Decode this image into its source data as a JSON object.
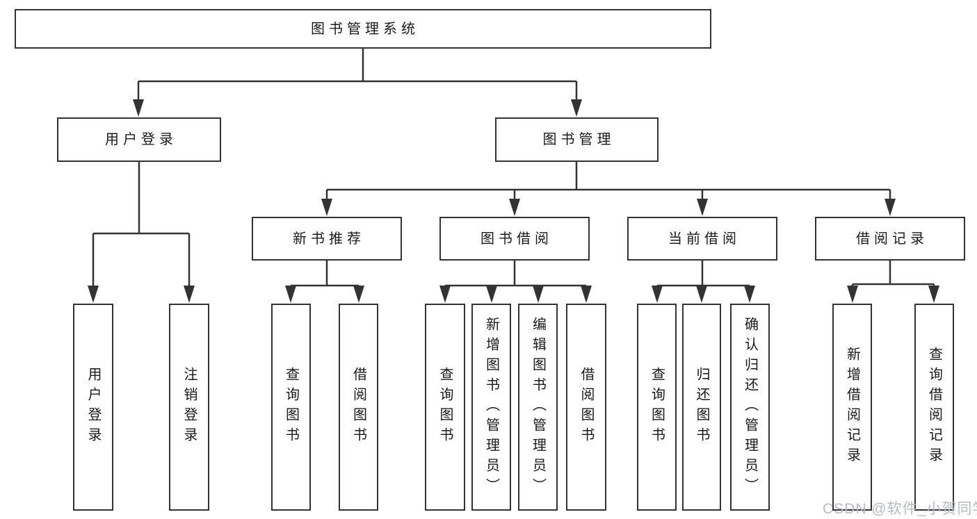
{
  "diagram": {
    "type": "hierarchy-tree",
    "colors": {
      "line": "#333333",
      "box_border": "#333333",
      "box_fill": "#ffffff",
      "text": "#1a1a1a",
      "background": "#ffffff",
      "watermark": "#b7bbc2"
    },
    "nodes": {
      "root": {
        "label": "图书管理系统"
      },
      "user_login": {
        "label": "用户登录"
      },
      "book_mgmt": {
        "label": "图书管理"
      },
      "new_book_rec": {
        "label": "新书推荐"
      },
      "book_borrow": {
        "label": "图书借阅"
      },
      "current_borrow": {
        "label": "当前借阅"
      },
      "borrow_record": {
        "label": "借阅记录"
      },
      "leaf_user_login": {
        "label": "用户登录"
      },
      "leaf_logout": {
        "label": "注销登录"
      },
      "leaf_query_book_a": {
        "label": "查询图书"
      },
      "leaf_borrow_book_a": {
        "label": "借阅图书"
      },
      "leaf_query_book_b": {
        "label": "查询图书"
      },
      "leaf_add_book": {
        "label": "新增图书（管理员）"
      },
      "leaf_edit_book": {
        "label": "编辑图书（管理员）"
      },
      "leaf_borrow_book_b": {
        "label": "借阅图书"
      },
      "leaf_query_book_c": {
        "label": "查询图书"
      },
      "leaf_return_book": {
        "label": "归还图书"
      },
      "leaf_confirm_return": {
        "label": "确认归还（管理员）"
      },
      "leaf_add_record": {
        "label": "新增借阅记录"
      },
      "leaf_query_record": {
        "label": "查询借阅记录"
      }
    },
    "hierarchy": {
      "图书管理系统": [
        "用户登录",
        "图书管理"
      ],
      "用户登录": [
        "用户登录",
        "注销登录"
      ],
      "图书管理": [
        "新书推荐",
        "图书借阅",
        "当前借阅",
        "借阅记录"
      ],
      "新书推荐": [
        "查询图书",
        "借阅图书"
      ],
      "图书借阅": [
        "查询图书",
        "新增图书（管理员）",
        "编辑图书（管理员）",
        "借阅图书"
      ],
      "当前借阅": [
        "查询图书",
        "归还图书",
        "确认归还（管理员）"
      ],
      "借阅记录": [
        "新增借阅记录",
        "查询借阅记录"
      ]
    },
    "watermark": "CSDN @软件_小贺同学"
  }
}
